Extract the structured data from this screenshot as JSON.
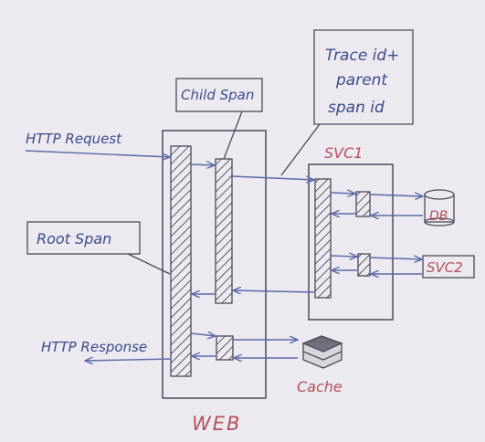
{
  "labels": {
    "http_request": "HTTP Request",
    "http_response": "HTTP Response",
    "root_span": "Root Span",
    "child_span": "Child Span",
    "trace_note_line1": "Trace id+",
    "trace_note_line2": "parent",
    "trace_note_line3": "span id",
    "svc1": "SVC1",
    "svc2": "SVC2",
    "db": "DB",
    "cache": "Cache",
    "web": "WEB"
  },
  "colors": {
    "ink": "#4a4a5a",
    "blue": "#5a6aa8",
    "label_blue": "#3b4a8a",
    "red": "#b4505a",
    "paper": "#eceaf0",
    "hatch": "#5a5a66"
  }
}
